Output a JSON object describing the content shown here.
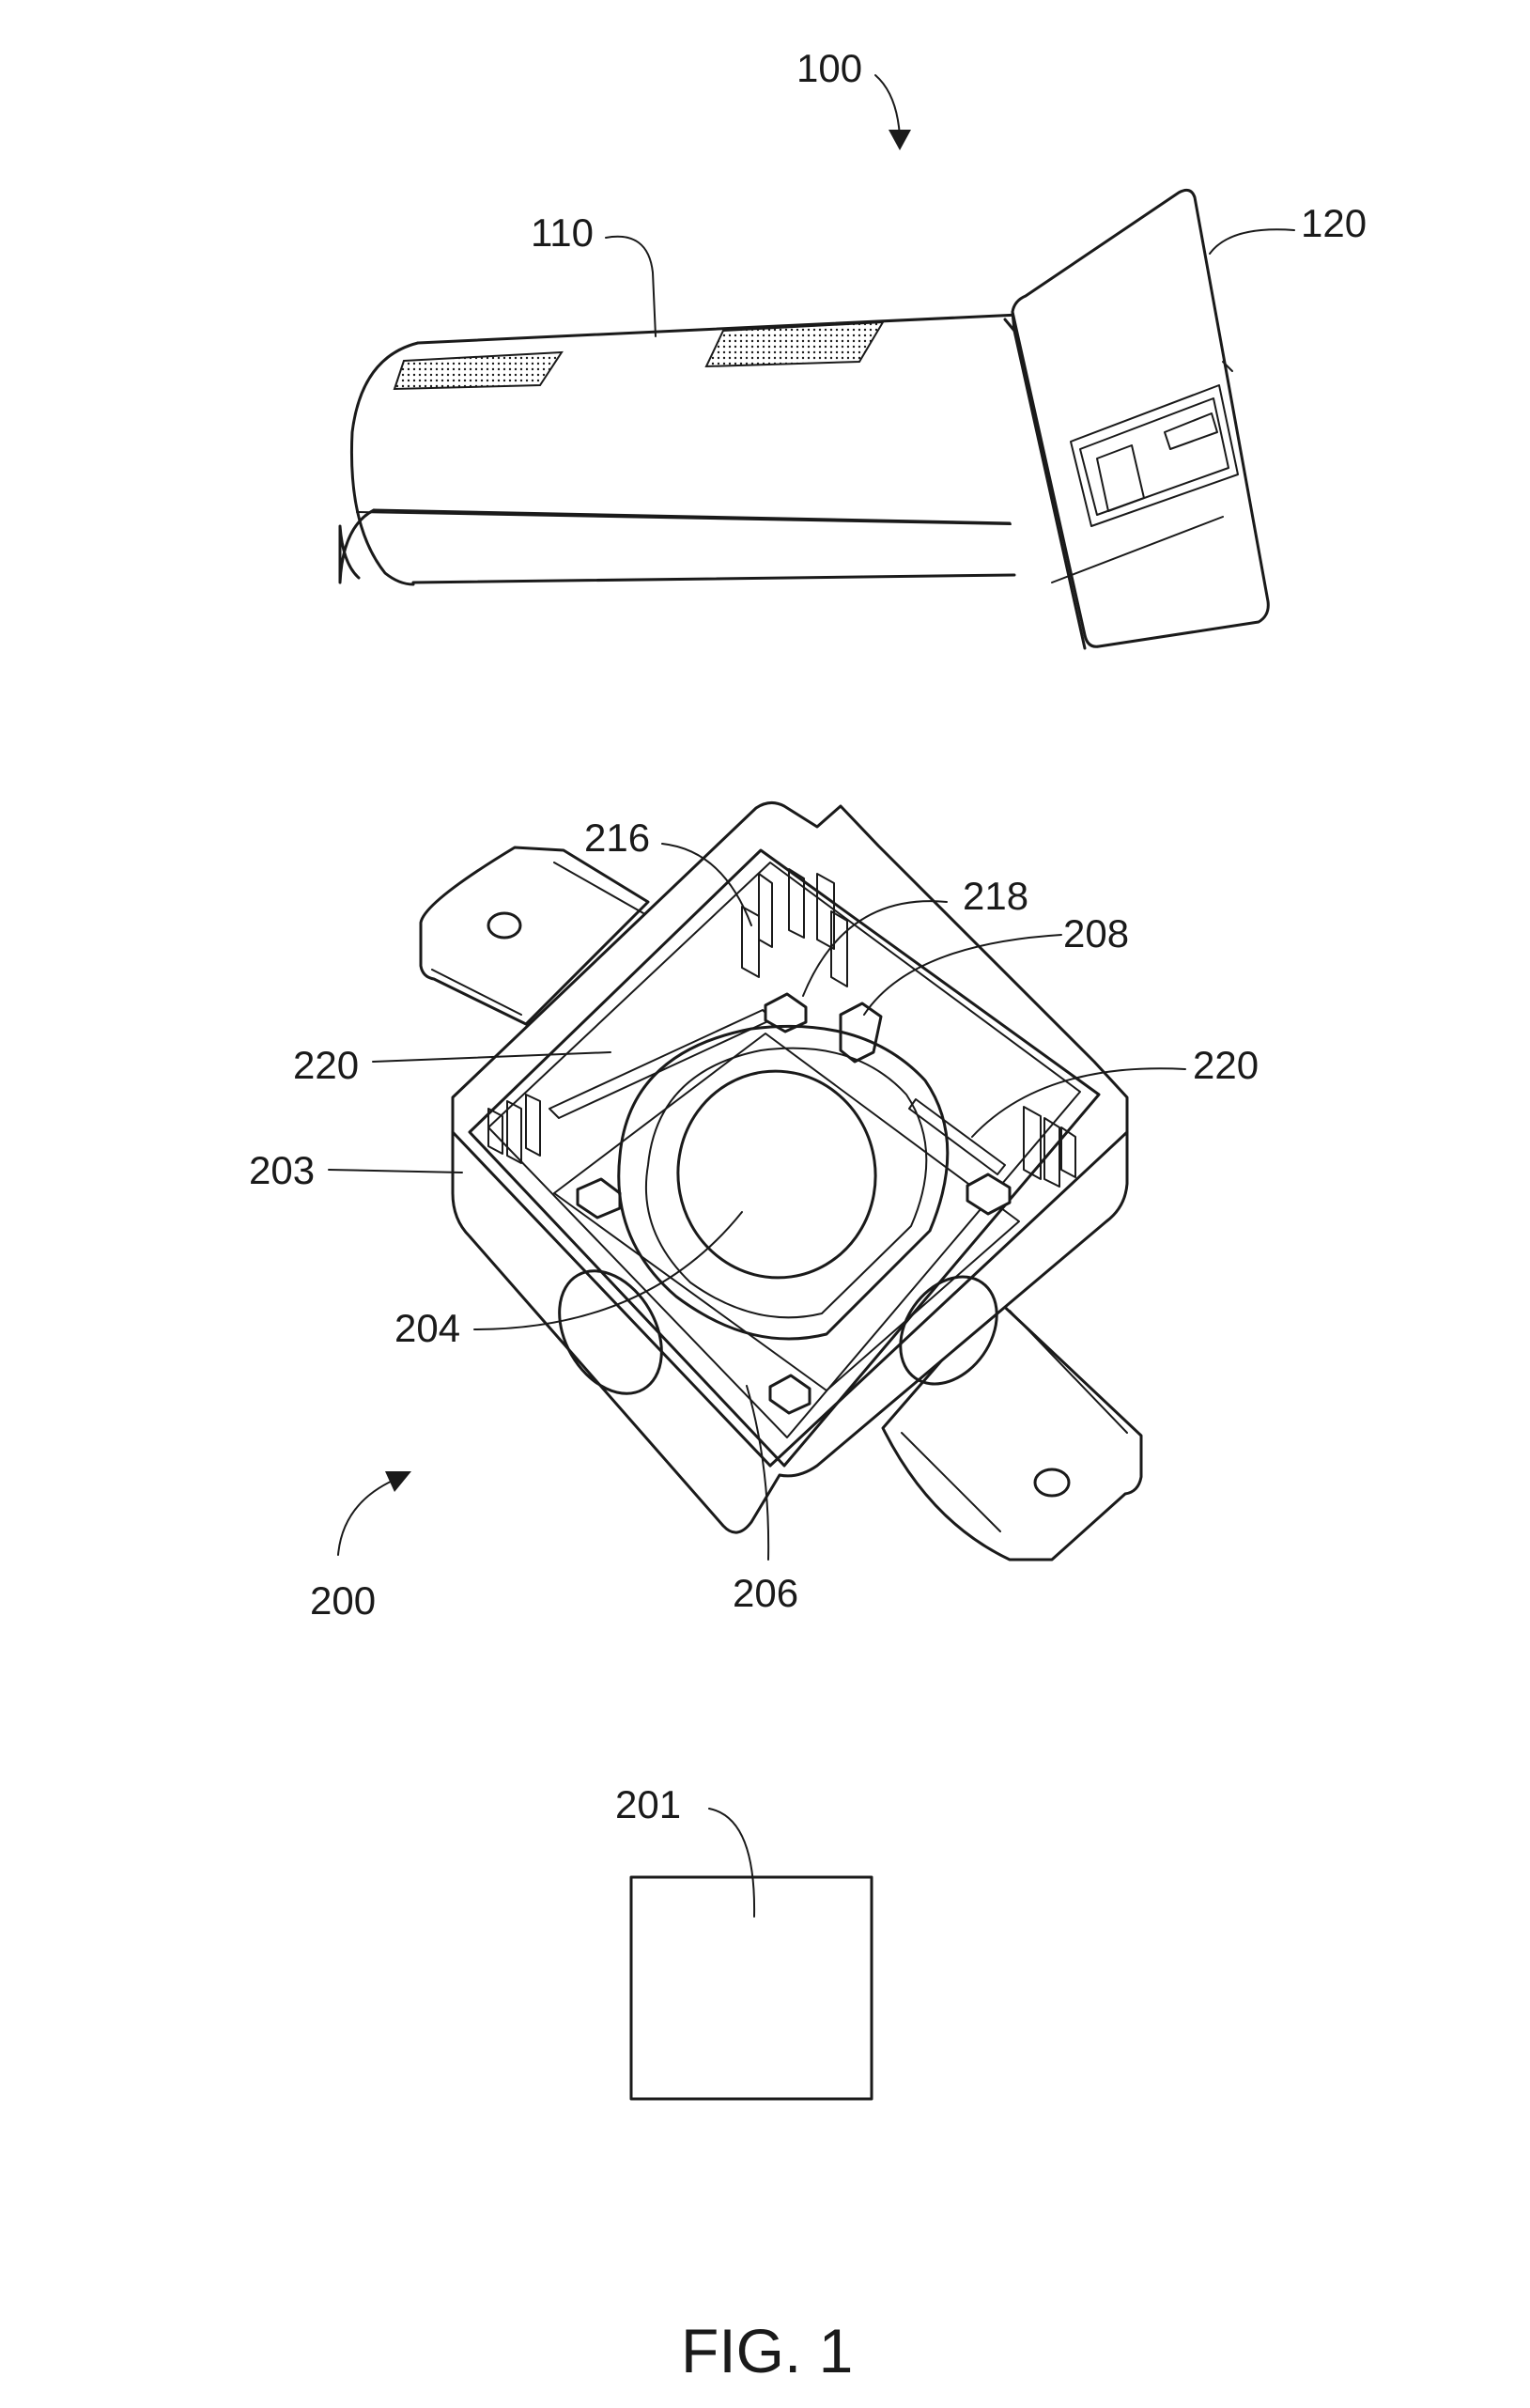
{
  "figure": {
    "caption": "FIG. 1"
  },
  "labels": {
    "l100": "100",
    "l110": "110",
    "l120": "120",
    "l216": "216",
    "l218": "218",
    "l208": "208",
    "l220_left": "220",
    "l220_right": "220",
    "l203": "203",
    "l204": "204",
    "l206": "206",
    "l200": "200",
    "l201": "201"
  },
  "colors": {
    "ink": "#1a1a1a",
    "background": "#ffffff"
  }
}
